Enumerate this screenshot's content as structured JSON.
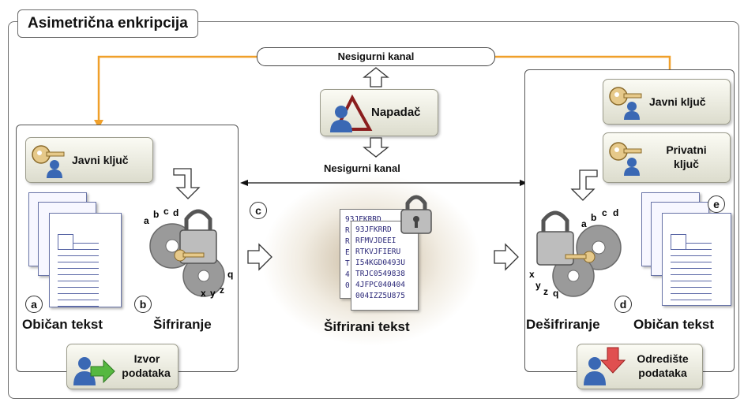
{
  "title": "Asimetrična enkripcija",
  "channel_top": "Nesigurni kanal",
  "channel_mid": "Nesigurni kanal",
  "attacker": "Napadač",
  "left": {
    "public_key": "Javni ključ",
    "plain_text": "Običan tekst",
    "encryption": "Šifriranje",
    "source_line1": "Izvor",
    "source_line2": "podataka",
    "letter_a": "a",
    "letter_b": "b"
  },
  "center": {
    "letter_c": "c",
    "cipher_label": "Šifrirani tekst",
    "cipher_lines": [
      "93JFKRRD",
      "RFMVJDEEI",
      "RTKVJFIERU",
      "I54KGD0493U",
      "TRJC0549838",
      "4JFPC040404",
      "004IZZ5U875"
    ],
    "back_lines": [
      "93JFKRRD",
      "R",
      "R",
      "E",
      "T",
      "4",
      "0"
    ]
  },
  "right": {
    "public_key": "Javni ključ",
    "private_key_line1": "Privatni",
    "private_key_line2": "ključ",
    "decryption": "Dešifriranje",
    "plain_text": "Običan tekst",
    "dest_line1": "Odredište",
    "dest_line2": "podataka",
    "letter_d": "d",
    "letter_e": "e"
  },
  "gear_letters_left": [
    "a",
    "b",
    "c",
    "d",
    "x",
    "y",
    "z",
    "q"
  ],
  "gear_letters_right": [
    "a",
    "b",
    "c",
    "d",
    "x",
    "y",
    "z",
    "q"
  ],
  "colors": {
    "channel_line": "#f0a02a",
    "arrow_green": "#56b840",
    "arrow_red": "#e05050",
    "user_blue": "#3a68b4"
  }
}
